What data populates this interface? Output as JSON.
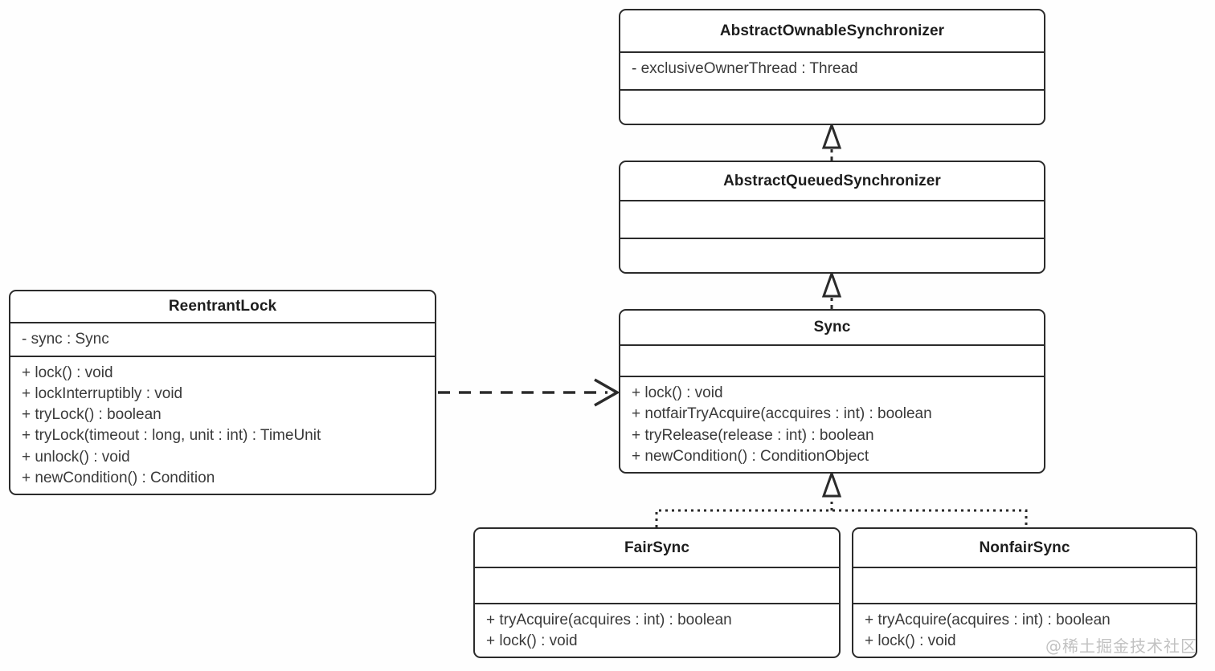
{
  "diagram": {
    "title": "ReentrantLock UML class diagram",
    "background_color": "#fefefe",
    "line_color": "#2b2b2b",
    "text_color": "#3a3a3a"
  },
  "classes": {
    "abstract_ownable_synchronizer": {
      "name": "AbstractOwnableSynchronizer",
      "attributes": [
        "- exclusiveOwnerThread : Thread"
      ],
      "methods": []
    },
    "abstract_queued_synchronizer": {
      "name": "AbstractQueuedSynchronizer",
      "attributes": [],
      "methods": []
    },
    "sync": {
      "name": "Sync",
      "attributes": [],
      "methods": [
        "+ lock() : void",
        "+ notfairTryAcquire(accquires : int) : boolean",
        "+ tryRelease(release : int) : boolean",
        "+ newCondition() : ConditionObject"
      ]
    },
    "reentrant_lock": {
      "name": "ReentrantLock",
      "attributes": [
        "- sync : Sync"
      ],
      "methods": [
        "+ lock() : void",
        "+ lockInterruptibly : void",
        "+ tryLock() : boolean",
        "+ tryLock(timeout : long, unit : int) : TimeUnit",
        "+ unlock() : void",
        "+ newCondition() : Condition"
      ]
    },
    "fair_sync": {
      "name": "FairSync",
      "attributes": [],
      "methods": [
        "+ tryAcquire(acquires : int) : boolean",
        "+ lock() : void"
      ]
    },
    "nonfair_sync": {
      "name": "NonfairSync",
      "attributes": [],
      "methods": [
        "+ tryAcquire(acquires : int) : boolean",
        "+ lock() : void"
      ]
    }
  },
  "relations": [
    {
      "id": "aqs-to-aos",
      "from": "AbstractQueuedSynchronizer",
      "to": "AbstractOwnableSynchronizer",
      "type": "realization",
      "line": "dashed",
      "arrow": "hollow-triangle"
    },
    {
      "id": "sync-to-aqs",
      "from": "Sync",
      "to": "AbstractQueuedSynchronizer",
      "type": "realization",
      "line": "dashed",
      "arrow": "hollow-triangle"
    },
    {
      "id": "reentrantlock-to-sync",
      "from": "ReentrantLock",
      "to": "Sync",
      "type": "dependency",
      "line": "dashed",
      "arrow": "open-arrow"
    },
    {
      "id": "fairsync-to-sync",
      "from": "FairSync",
      "to": "Sync",
      "type": "realization",
      "line": "dotted",
      "arrow": "hollow-triangle"
    },
    {
      "id": "nonfairsync-to-sync",
      "from": "NonfairSync",
      "to": "Sync",
      "type": "realization",
      "line": "dotted",
      "arrow": "hollow-triangle"
    }
  ],
  "watermark": {
    "text": "@稀土掘金技术社区"
  }
}
